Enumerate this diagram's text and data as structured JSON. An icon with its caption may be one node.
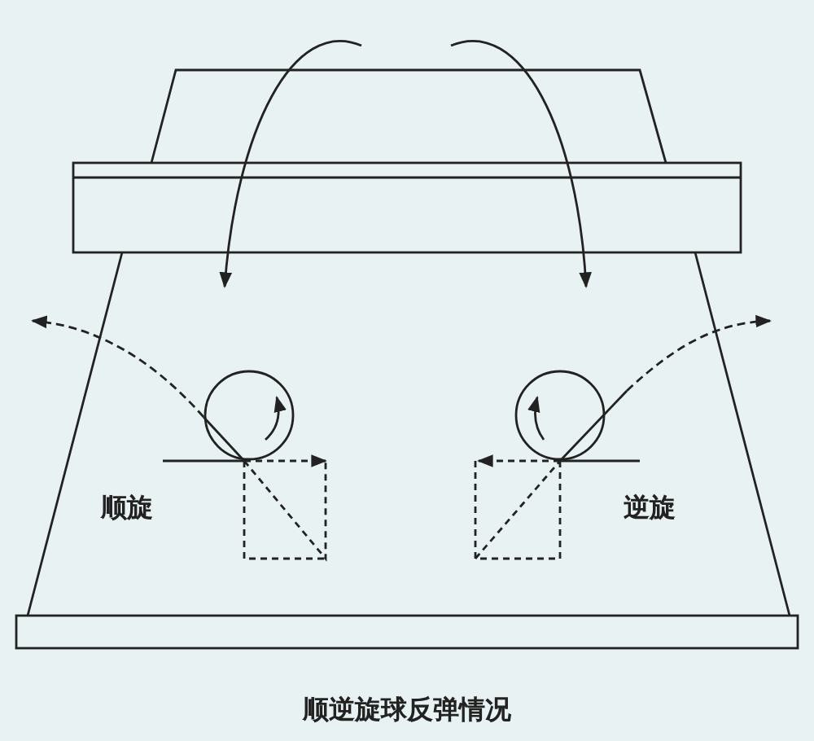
{
  "diagram": {
    "caption": "顺逆旋球反弹情况",
    "labels": [
      "顺旋",
      "逆旋"
    ]
  }
}
